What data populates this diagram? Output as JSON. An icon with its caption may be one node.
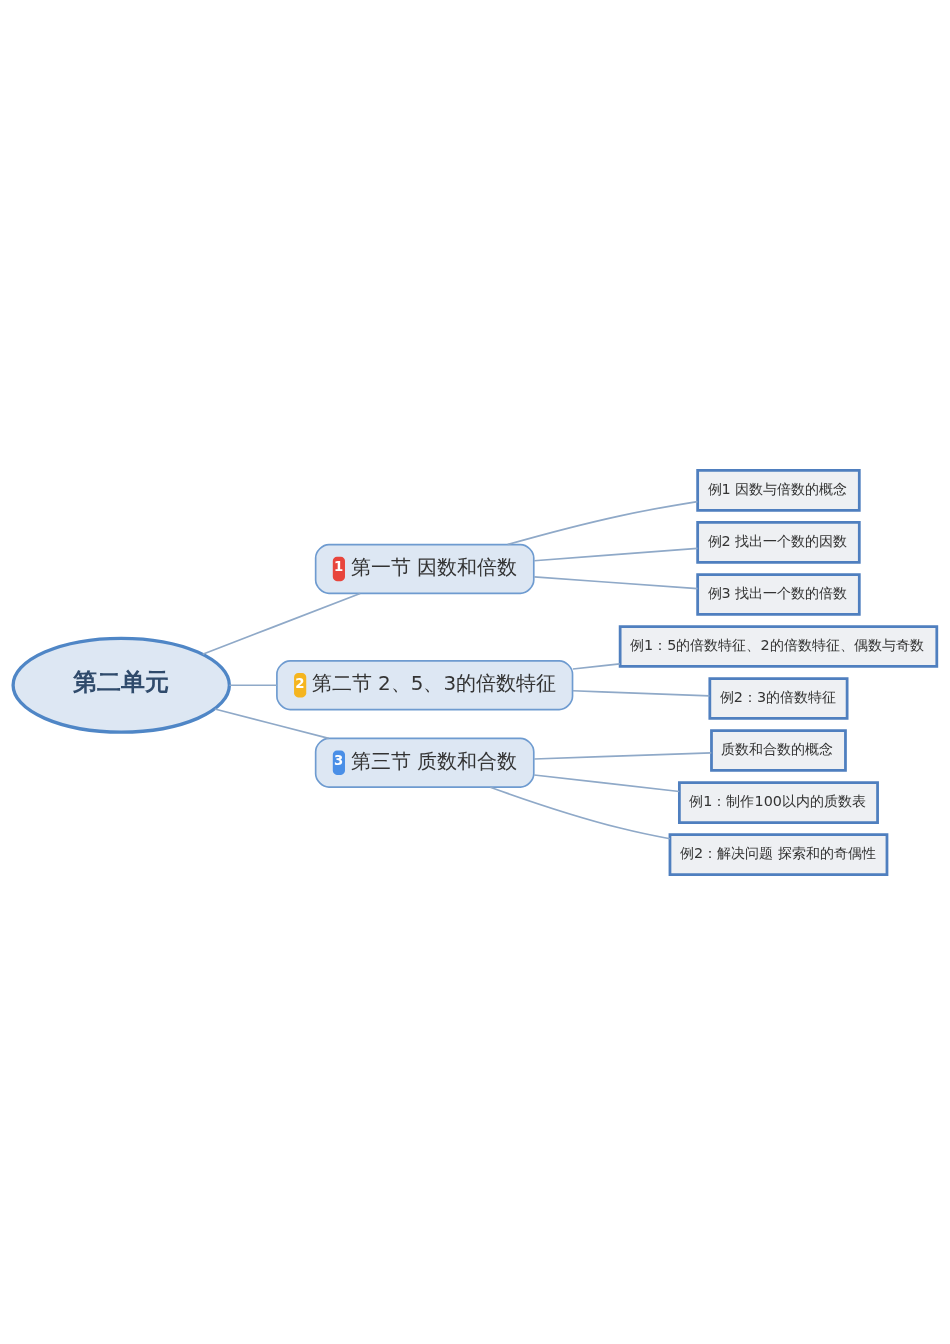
{
  "diagram": {
    "nodes": [
      {
        "text": [
          "第二单元"
        ]
      },
      {
        "text": [
          "1",
          "第一节 因数和倍数"
        ]
      },
      {
        "text": [
          "例1 因数与倍数的概念"
        ]
      },
      {
        "text": [
          "例2 找出一个数的因数"
        ]
      },
      {
        "text": [
          "例3 找出一个数的倍数"
        ]
      },
      {
        "text": [
          "2",
          "第二节 2、5、3的倍数特征"
        ]
      },
      {
        "text": [
          "例1：5的倍数特征、2的倍数特征、偶数与奇数"
        ]
      },
      {
        "text": [
          "例2：3的倍数特征"
        ]
      },
      {
        "text": [
          "3",
          "第三节 质数和合数"
        ]
      },
      {
        "text": [
          "质数和合数的概念"
        ]
      },
      {
        "text": [
          "例1：制作100以内的质数表"
        ]
      },
      {
        "text": [
          "例2：解决问题 探索和的奇偶性"
        ]
      }
    ],
    "edges": [
      {
        "from": 0,
        "to": 1,
        "arrow": "none"
      },
      {
        "from": 1,
        "to": 2,
        "arrow": "none"
      },
      {
        "from": 1,
        "to": 3,
        "arrow": "none"
      },
      {
        "from": 1,
        "to": 4,
        "arrow": "none"
      },
      {
        "from": 0,
        "to": 5,
        "arrow": "none"
      },
      {
        "from": 5,
        "to": 6,
        "arrow": "none"
      },
      {
        "from": 5,
        "to": 7,
        "arrow": "none"
      },
      {
        "from": 0,
        "to": 8,
        "arrow": "none"
      },
      {
        "from": 8,
        "to": 9,
        "arrow": "none"
      },
      {
        "from": 8,
        "to": 10,
        "arrow": "none"
      },
      {
        "from": 8,
        "to": 11,
        "arrow": "none"
      }
    ]
  }
}
